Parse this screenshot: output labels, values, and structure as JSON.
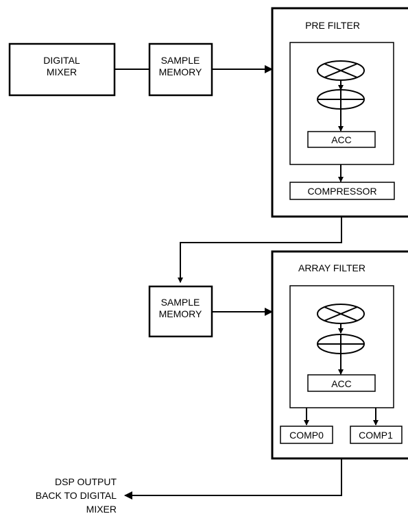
{
  "digital_mixer": {
    "line1": "DIGITAL",
    "line2": "MIXER"
  },
  "sample_memory_1": {
    "line1": "SAMPLE",
    "line2": "MEMORY"
  },
  "pre_filter": {
    "title": "PRE FILTER",
    "acc_label": "ACC",
    "compressor_label": "COMPRESSOR"
  },
  "sample_memory_2": {
    "line1": "SAMPLE",
    "line2": "MEMORY"
  },
  "array_filter": {
    "title": "ARRAY FILTER",
    "acc_label": "ACC",
    "comp0_label": "COMP0",
    "comp1_label": "COMP1"
  },
  "dsp_output": {
    "line1": "DSP OUTPUT",
    "line2": "BACK TO DIGITAL",
    "line3": "MIXER"
  }
}
